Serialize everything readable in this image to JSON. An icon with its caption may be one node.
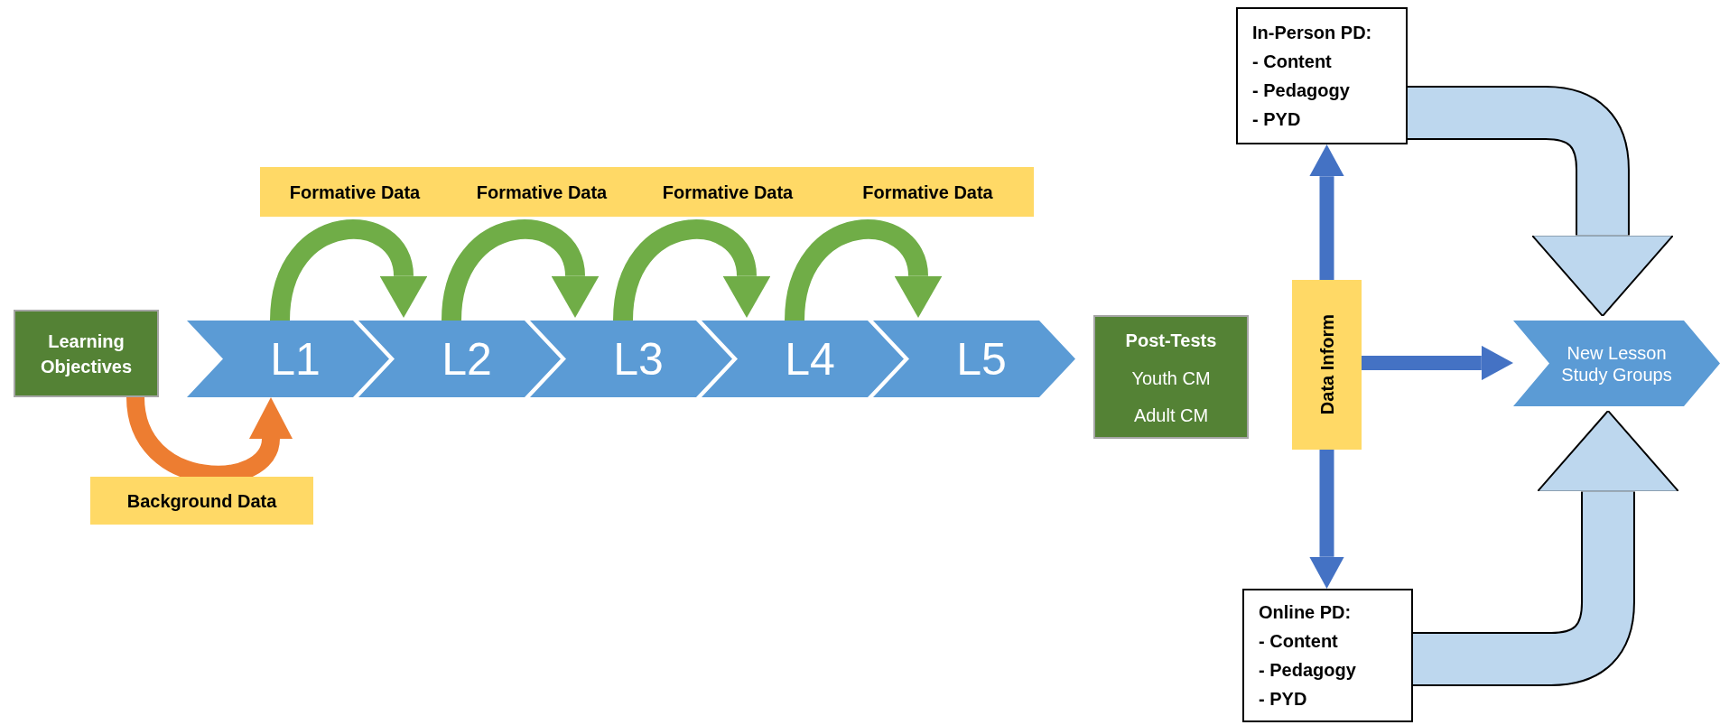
{
  "diagram": {
    "nodes": [
      {
        "text": [
          "Learning Objectives"
        ]
      },
      {
        "text": [
          "L1"
        ]
      },
      {
        "text": [
          "L2"
        ]
      },
      {
        "text": [
          "L3"
        ]
      },
      {
        "text": [
          "L4"
        ]
      },
      {
        "text": [
          "L5"
        ]
      },
      {
        "text": [
          "Formative Data"
        ]
      },
      {
        "text": [
          "Formative Data"
        ]
      },
      {
        "text": [
          "Formative Data"
        ]
      },
      {
        "text": [
          "Formative Data"
        ]
      },
      {
        "text": [
          "Background Data"
        ]
      },
      {
        "text": [
          "Post-Tests",
          "Youth CM",
          "Adult CM"
        ]
      },
      {
        "text": [
          "In-Person PD:",
          "- Content",
          "- Pedagogy",
          "- PYD"
        ]
      },
      {
        "text": [
          "Data Inform"
        ]
      },
      {
        "text": [
          "Online PD:",
          "- Content",
          "- Pedagogy",
          "- PYD"
        ]
      },
      {
        "text": [
          "New Lesson Study Groups"
        ]
      }
    ],
    "edges": [
      {
        "from": 0,
        "to": 1,
        "arrow": "to",
        "color": "#ed7d31"
      },
      {
        "from": 1,
        "to": 2,
        "arrow": "to",
        "color": "#70ad47"
      },
      {
        "from": 2,
        "to": 3,
        "arrow": "to",
        "color": "#70ad47"
      },
      {
        "from": 3,
        "to": 4,
        "arrow": "to",
        "color": "#70ad47"
      },
      {
        "from": 4,
        "to": 5,
        "arrow": "to",
        "color": "#70ad47"
      },
      {
        "from": 13,
        "to": 12,
        "arrow": "to",
        "color": "#4472c4"
      },
      {
        "from": 13,
        "to": 14,
        "arrow": "to",
        "color": "#4472c4"
      },
      {
        "from": 13,
        "to": 15,
        "arrow": "to",
        "color": "#4472c4"
      },
      {
        "from": 12,
        "to": 15,
        "arrow": "to",
        "style": "thick",
        "color": "#bdd7ee"
      },
      {
        "from": 14,
        "to": 15,
        "arrow": "to",
        "style": "thick",
        "color": "#bdd7ee"
      }
    ]
  }
}
